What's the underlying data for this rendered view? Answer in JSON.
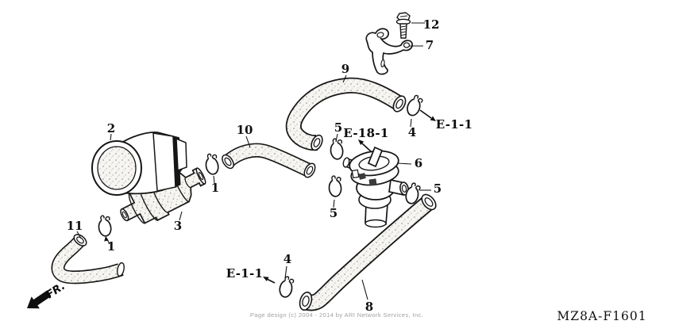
{
  "page": {
    "part_code": "MZ8A-F1601",
    "watermark": "Page design (c) 2004 - 2014 by ARI Network Services, Inc.",
    "front_marker": "FR.",
    "colors": {
      "line": "#161616",
      "background": "#ffffff",
      "hose_fill": "#f6f5f2",
      "watermark": "#a0a0a0"
    }
  },
  "callouts": [
    {
      "part": "air-cleaner-cap",
      "label": "2"
    },
    {
      "part": "canister",
      "label": "3"
    },
    {
      "part": "hose-11",
      "label": "11"
    },
    {
      "part": "clamp-canister",
      "label": "1"
    },
    {
      "part": "hose-10",
      "label": "10"
    },
    {
      "part": "clamp-hose-10",
      "label": "1"
    },
    {
      "part": "hose-9",
      "label": "9"
    },
    {
      "part": "clamp-hose-9",
      "label": "4"
    },
    {
      "part": "clamp-valve-top",
      "label": "5"
    },
    {
      "part": "clamp-valve-left",
      "label": "5"
    },
    {
      "part": "clamp-valve-right",
      "label": "5"
    },
    {
      "part": "control-valve",
      "label": "6"
    },
    {
      "part": "bolt",
      "label": "12"
    },
    {
      "part": "bracket",
      "label": "7"
    },
    {
      "part": "clamp-hose-8",
      "label": "4"
    },
    {
      "part": "hose-8",
      "label": "8"
    }
  ],
  "refs": [
    {
      "target": "hose-9-clamp",
      "label": "E-1-1"
    },
    {
      "target": "control-valve",
      "label": "E-18-1"
    },
    {
      "target": "hose-8-clamp",
      "label": "E-1-1"
    }
  ]
}
